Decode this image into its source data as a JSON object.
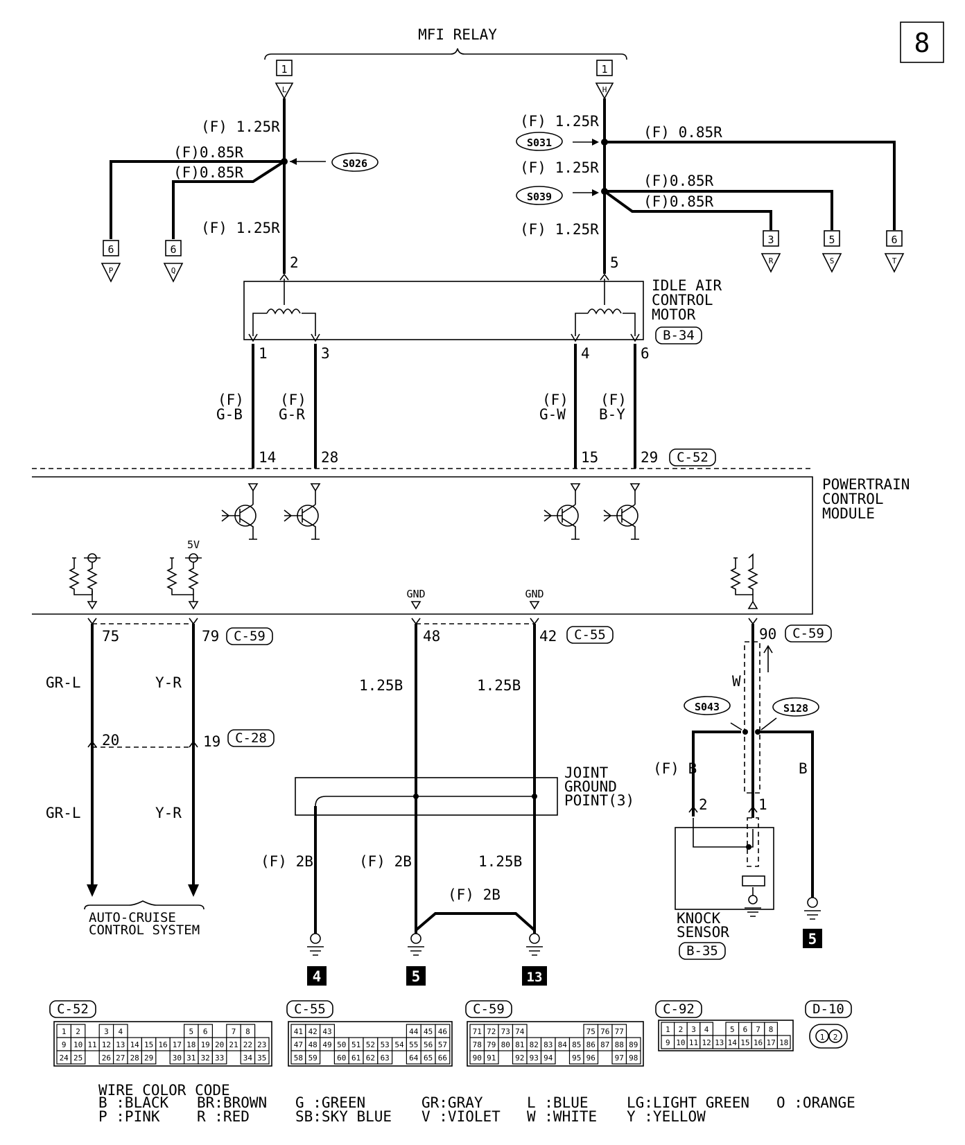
{
  "page_number": "8",
  "mfi_relay": {
    "title": "MFI RELAY",
    "conn_left": "1",
    "conn_left_term": "L",
    "conn_right": "1",
    "conn_right_term": "H"
  },
  "splices": {
    "s026": "S026",
    "s031": "S031",
    "s039": "S039",
    "s043": "S043",
    "s128": "S128"
  },
  "left_wires": {
    "w1": "(F) 1.25R",
    "w2": "(F)0.85R",
    "w3": "(F)0.85R",
    "w4": "(F) 1.25R",
    "pin": "2"
  },
  "right_wires": {
    "w1": "(F) 1.25R",
    "w2": "(F) 0.85R",
    "w3": "(F) 1.25R",
    "w4": "(F)0.85R",
    "w5": "(F)0.85R",
    "w6": "(F) 1.25R",
    "pin": "5"
  },
  "off_page": [
    {
      "page": "6",
      "letter": "P"
    },
    {
      "page": "6",
      "letter": "Q"
    },
    {
      "page": "3",
      "letter": "R"
    },
    {
      "page": "5",
      "letter": "S"
    },
    {
      "page": "6",
      "letter": "T"
    }
  ],
  "iac_motor": {
    "line1": "IDLE AIR",
    "line2": "CONTROL",
    "line3": "MOTOR",
    "conn": "B-34",
    "pins": [
      "1",
      "3",
      "4",
      "6"
    ]
  },
  "motor_wires": [
    {
      "top": "(F)",
      "color": "G-B",
      "pcm_pin": "14"
    },
    {
      "top": "(F)",
      "color": "G-R",
      "pcm_pin": "28"
    },
    {
      "top": "(F)",
      "color": "G-W",
      "pcm_pin": "15"
    },
    {
      "top": "(F)",
      "color": "B-Y",
      "pcm_pin": "29"
    }
  ],
  "conn_c52": "C-52",
  "pcm": {
    "line1": "POWERTRAIN",
    "line2": "CONTROL",
    "line3": "MODULE",
    "v5": "5V",
    "gnd1": "GND",
    "gnd2": "GND"
  },
  "lower_pins": {
    "p75": "75",
    "p79": "79",
    "c59a": "C-59",
    "p48": "48",
    "p42": "42",
    "c55": "C-55",
    "p90": "90",
    "c59b": "C-59"
  },
  "cruise": {
    "wire1": "GR-L",
    "wire2": "Y-R",
    "wire3": "GR-L",
    "wire4": "Y-R",
    "pin20": "20",
    "pin19": "19",
    "c28": "C-28",
    "line1": "AUTO-CRUISE",
    "line2": "CONTROL SYSTEM"
  },
  "ground_wires": {
    "g1": "1.25B",
    "g2": "1.25B",
    "g3": "(F) 2B",
    "g4": "(F) 2B",
    "g5": "1.25B",
    "g6": "(F) 2B"
  },
  "joint": {
    "line1": "JOINT",
    "line2": "GROUND",
    "line3": "POINT(3)"
  },
  "ground_points": [
    "4",
    "5",
    "13",
    "5"
  ],
  "knock": {
    "w": "W",
    "fb": "(F) B",
    "b": "B",
    "pin2": "2",
    "pin1": "1",
    "line1": "KNOCK",
    "line2": "SENSOR",
    "conn": "B-35"
  },
  "connectors": {
    "c52": {
      "name": "C-52",
      "rows": [
        [
          "1",
          "2",
          "",
          "3",
          "4",
          "",
          "",
          "",
          "",
          "5",
          "6",
          "",
          "7",
          "8"
        ],
        [
          "9",
          "10",
          "11",
          "12",
          "13",
          "14",
          "15",
          "16",
          "17",
          "18",
          "19",
          "20",
          "21",
          "22",
          "23"
        ],
        [
          "24",
          "25",
          "",
          "26",
          "27",
          "28",
          "29",
          "",
          "30",
          "31",
          "32",
          "33",
          "",
          "34",
          "35"
        ]
      ]
    },
    "c55": {
      "name": "C-55",
      "rows": [
        [
          "41",
          "42",
          "43",
          "",
          "",
          "",
          "",
          "",
          "44",
          "45",
          "46"
        ],
        [
          "47",
          "48",
          "49",
          "50",
          "51",
          "52",
          "53",
          "54",
          "55",
          "56",
          "57"
        ],
        [
          "58",
          "59",
          "",
          "60",
          "61",
          "62",
          "63",
          "",
          "64",
          "65",
          "66"
        ]
      ]
    },
    "c59": {
      "name": "C-59",
      "rows": [
        [
          "71",
          "72",
          "73",
          "74",
          "",
          "",
          "",
          "",
          "75",
          "76",
          "77"
        ],
        [
          "78",
          "79",
          "80",
          "81",
          "82",
          "83",
          "84",
          "85",
          "86",
          "87",
          "88",
          "89"
        ],
        [
          "90",
          "91",
          "",
          "92",
          "93",
          "94",
          "",
          "95",
          "96",
          "",
          "97",
          "98"
        ]
      ]
    },
    "c92": {
      "name": "C-92",
      "rows": [
        [
          "1",
          "2",
          "3",
          "4",
          "",
          "5",
          "6",
          "7",
          "8"
        ],
        [
          "9",
          "10",
          "11",
          "12",
          "13",
          "14",
          "15",
          "16",
          "17",
          "18"
        ]
      ]
    },
    "d10": {
      "name": "D-10",
      "pins": [
        "1",
        "2"
      ]
    }
  },
  "wire_color_code": {
    "title": "WIRE COLOR CODE",
    "row1": [
      "B :BLACK",
      "BR:BROWN",
      "G :GREEN",
      "GR:GRAY",
      "L :BLUE",
      "LG:LIGHT GREEN",
      "O :ORANGE"
    ],
    "row2": [
      "P :PINK",
      "R :RED",
      "SB:SKY BLUE",
      "V :VIOLET",
      "W :WHITE",
      "Y :YELLOW"
    ]
  }
}
